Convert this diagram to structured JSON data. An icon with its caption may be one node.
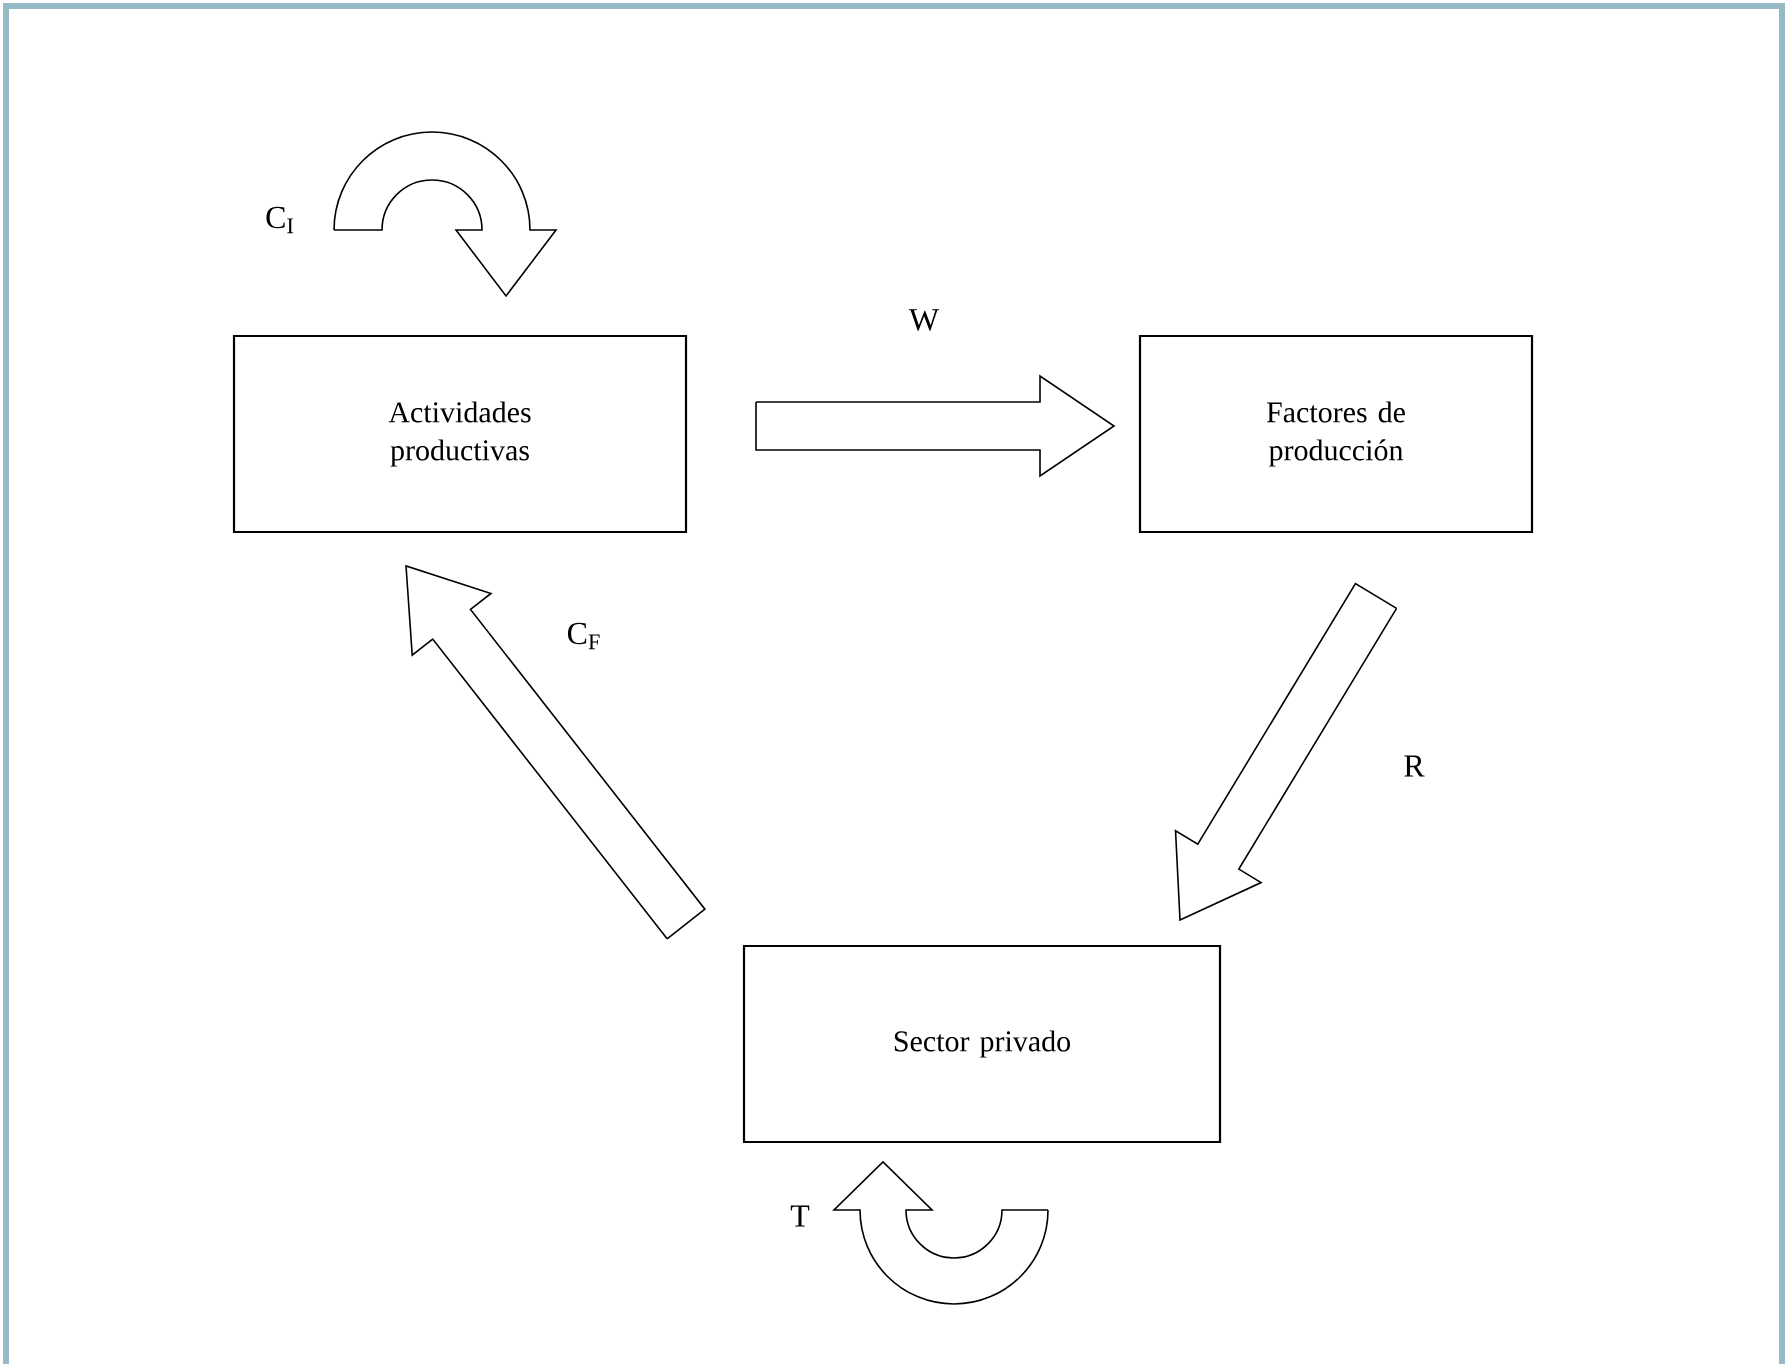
{
  "diagram": {
    "nodes": [
      {
        "text": [
          "Actividades productivas"
        ]
      },
      {
        "text": [
          "Factores de producción"
        ]
      },
      {
        "text": [
          "Sector privado"
        ]
      }
    ],
    "edges": [
      {
        "from": 0,
        "to": 1,
        "arrow": "to",
        "label": "W"
      },
      {
        "from": 1,
        "to": 2,
        "arrow": "to",
        "label": "R"
      },
      {
        "from": 2,
        "to": 0,
        "arrow": "to",
        "label": "C$_{F}$"
      },
      {
        "from": 0,
        "to": 0,
        "arrow": "to",
        "label": "C$_{I}$"
      },
      {
        "from": 2,
        "to": 2,
        "arrow": "to",
        "label": "T"
      }
    ]
  }
}
